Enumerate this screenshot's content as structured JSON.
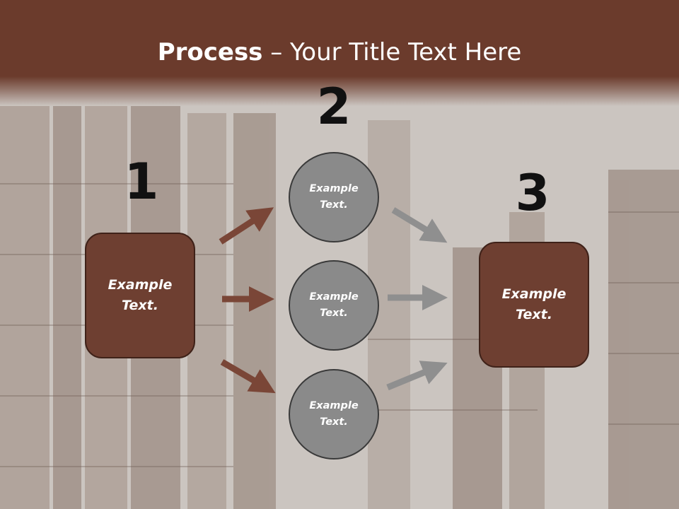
{
  "title": {
    "bold": "Process",
    "rest": " – Your Title Text Here"
  },
  "steps": [
    {
      "number": "1",
      "label": "Example\nText."
    },
    {
      "number": "2",
      "label": "Example\nText."
    },
    {
      "number": "3",
      "label": "Example\nText."
    }
  ],
  "circles": [
    {
      "label": "Example\nText."
    },
    {
      "label": "Example\nText."
    },
    {
      "label": "Example\nText."
    }
  ],
  "colors": {
    "title_band": "#6b3b2c",
    "box_fill": "#6e3f31",
    "circle_fill": "#8a8a8a",
    "arrow_brown": "#7a4637",
    "arrow_gray": "#8f8f8f"
  }
}
